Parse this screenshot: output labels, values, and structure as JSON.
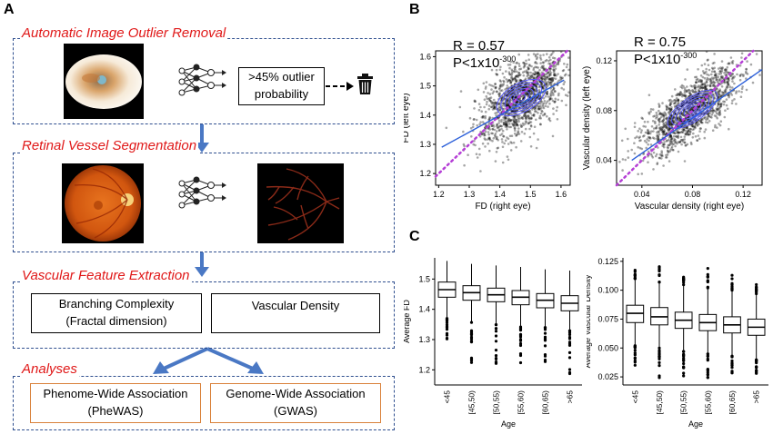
{
  "panel_a": {
    "letter": "A",
    "outlier": {
      "title": "Automatic Image Outlier Removal",
      "prob_line1": ">45% outlier",
      "prob_line2": "probability"
    },
    "segmentation": {
      "title": "Retinal Vessel Segmentation"
    },
    "features": {
      "title": "Vascular Feature Extraction",
      "branching_line1": "Branching Complexity",
      "branching_line2": "(Fractal dimension)",
      "density": "Vascular Density"
    },
    "analyses": {
      "title": "Analyses",
      "phewas_line1": "Phenome-Wide Association",
      "phewas_line2": "(PheWAS)",
      "gwas_line1": "Genome-Wide Association",
      "gwas_line2": "(GWAS)"
    }
  },
  "panel_b": {
    "letter": "B"
  },
  "panel_c": {
    "letter": "C"
  },
  "colors": {
    "red_title": "#e01818",
    "dash_blue": "#2f4f8f",
    "arrow_blue": "#4a78c4",
    "orange": "#d9813a",
    "contour": "#5a5aff",
    "fit_line": "#2b5fd9",
    "identity": "#b53fd6"
  },
  "chart_data": [
    {
      "type": "scatter",
      "stat_r": "R = 0.57",
      "stat_p": "P<1x10",
      "stat_p_exp": "-300",
      "xlabel": "FD (right eye)",
      "ylabel": "FD (left eye)",
      "x_ticks": [
        "1.2",
        "1.3",
        "1.4",
        "1.5",
        "1.6"
      ],
      "y_ticks": [
        "1.2",
        "1.3",
        "1.4",
        "1.5",
        "1.6"
      ],
      "xlim": [
        1.19,
        1.63
      ],
      "ylim": [
        1.16,
        1.62
      ],
      "center": [
        1.47,
        1.46
      ],
      "fit_line": [
        [
          1.21,
          1.29
        ],
        [
          1.61,
          1.52
        ]
      ],
      "identity_line": true
    },
    {
      "type": "scatter",
      "stat_r": "R = 0.75",
      "stat_p": "P<1x10",
      "stat_p_exp": "-300",
      "xlabel": "Vascular density (right eye)",
      "ylabel": "Vascular density (left eye)",
      "x_ticks": [
        "0.04",
        "0.08",
        "0.12"
      ],
      "y_ticks": [
        "0.04",
        "0.08",
        "0.12"
      ],
      "xlim": [
        0.02,
        0.135
      ],
      "ylim": [
        0.02,
        0.128
      ],
      "center": [
        0.08,
        0.081
      ],
      "fit_line": [
        [
          0.032,
          0.04
        ],
        [
          0.135,
          0.113
        ]
      ],
      "identity_line": true
    },
    {
      "type": "box",
      "xlabel": "Age",
      "ylabel": "Average FD",
      "categories": [
        "<45",
        "[45,50)",
        "[50,55)",
        "[55,60)",
        "[60,65)",
        ">65"
      ],
      "y_ticks": [
        "1.2",
        "1.3",
        "1.4",
        "1.5"
      ],
      "ylim": [
        1.15,
        1.57
      ],
      "boxes": [
        {
          "q1": 1.44,
          "median": 1.465,
          "q3": 1.49,
          "wlo": 1.37,
          "whi": 1.56,
          "olo": 1.3
        },
        {
          "q1": 1.43,
          "median": 1.455,
          "q3": 1.478,
          "wlo": 1.36,
          "whi": 1.55,
          "olo": 1.22
        },
        {
          "q1": 1.425,
          "median": 1.448,
          "q3": 1.47,
          "wlo": 1.35,
          "whi": 1.545,
          "olo": 1.21
        },
        {
          "q1": 1.415,
          "median": 1.44,
          "q3": 1.462,
          "wlo": 1.345,
          "whi": 1.54,
          "olo": 1.2
        },
        {
          "q1": 1.405,
          "median": 1.43,
          "q3": 1.452,
          "wlo": 1.34,
          "whi": 1.532,
          "olo": 1.21
        },
        {
          "q1": 1.395,
          "median": 1.42,
          "q3": 1.445,
          "wlo": 1.33,
          "whi": 1.528,
          "olo": 1.17
        }
      ]
    },
    {
      "type": "box",
      "xlabel": "Age",
      "ylabel": "Average Vascular Density",
      "categories": [
        "<45",
        "[45,50)",
        "[50,55)",
        "[55,60)",
        "[60,65)",
        ">65"
      ],
      "y_ticks": [
        "0.025",
        "0.050",
        "0.075",
        "0.100",
        "0.125"
      ],
      "ylim": [
        0.018,
        0.128
      ],
      "boxes": [
        {
          "q1": 0.072,
          "median": 0.08,
          "q3": 0.087,
          "wlo": 0.052,
          "whi": 0.11,
          "olo": 0.035,
          "ohi": 0.121
        },
        {
          "q1": 0.07,
          "median": 0.077,
          "q3": 0.085,
          "wlo": 0.05,
          "whi": 0.107,
          "olo": 0.02,
          "ohi": 0.121
        },
        {
          "q1": 0.067,
          "median": 0.074,
          "q3": 0.081,
          "wlo": 0.047,
          "whi": 0.104,
          "olo": 0.025,
          "ohi": 0.113
        },
        {
          "q1": 0.065,
          "median": 0.072,
          "q3": 0.079,
          "wlo": 0.045,
          "whi": 0.102,
          "olo": 0.024,
          "ohi": 0.12
        },
        {
          "q1": 0.063,
          "median": 0.07,
          "q3": 0.077,
          "wlo": 0.043,
          "whi": 0.1,
          "olo": 0.028,
          "ohi": 0.113
        },
        {
          "q1": 0.061,
          "median": 0.068,
          "q3": 0.075,
          "wlo": 0.04,
          "whi": 0.097,
          "olo": 0.028,
          "ohi": 0.11
        }
      ]
    }
  ]
}
